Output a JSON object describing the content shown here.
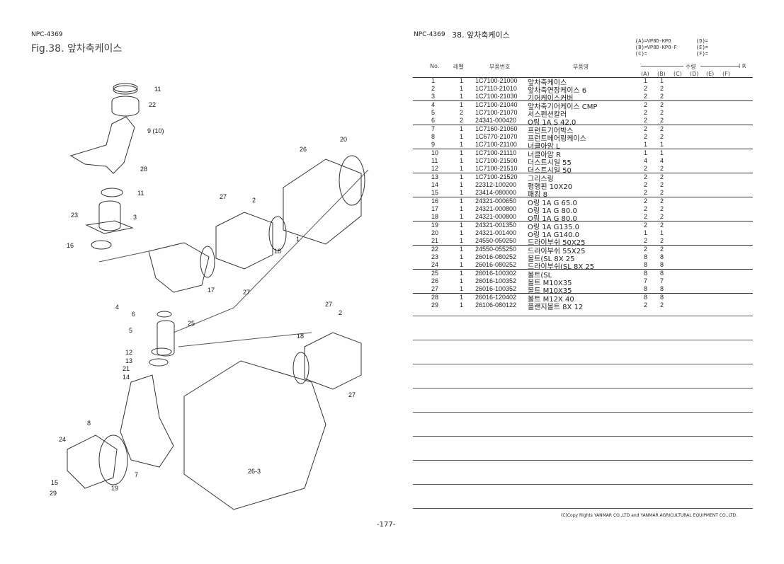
{
  "left": {
    "code": "NPC-4369",
    "title": "Fig.38.  앞차축케이스"
  },
  "right": {
    "code": "NPC-4369",
    "title": "38.  앞차축케이스"
  },
  "models": {
    "a": "(A)=VP8D-KPO",
    "b": "(B)=VP8D-KPO-F",
    "c": "(C)=",
    "d": "(D)=",
    "e": "(E)=",
    "f": "(F)="
  },
  "headers": {
    "no": "No.",
    "level": "레벨",
    "part_no": "부품번호",
    "name": "부품명",
    "qty": "수량",
    "ir": "I  R",
    "cols": [
      "(A)",
      "(B)",
      "(C)",
      "(D)",
      "(E)",
      "(F)"
    ]
  },
  "rows": [
    [
      "1",
      "1",
      "1C7100-21000",
      "앞차축케이스",
      "1",
      "1"
    ],
    [
      "2",
      "1",
      "1C7110-21010",
      "앞차축연장케이스 6",
      "2",
      "2"
    ],
    [
      "3",
      "1",
      "1C7100-21030",
      "기어케이스커버",
      "2",
      "2"
    ],
    [
      "4",
      "1",
      "1C7100-21040",
      "앞차축기어케이스 CMP",
      "2",
      "2"
    ],
    [
      "5",
      "2",
      "1C7100-21070",
      "서스펜션칼러",
      "2",
      "2"
    ],
    [
      "6",
      "2",
      "24341-000420",
      "O링 1A S 42.0",
      "2",
      "2"
    ],
    [
      "7",
      "1",
      "1C7160-21060",
      "프런트기어박스",
      "2",
      "2"
    ],
    [
      "8",
      "1",
      "1C6770-21070",
      "프런트베어링케이스",
      "2",
      "2"
    ],
    [
      "9",
      "1",
      "1C7100-21100",
      "너클아암  L",
      "1",
      "1"
    ],
    [
      "10",
      "1",
      "1C7100-21110",
      "너클아암  R",
      "1",
      "1"
    ],
    [
      "11",
      "1",
      "1C7100-21500",
      "더스트시일 55",
      "4",
      "4"
    ],
    [
      "12",
      "1",
      "1C7100-21510",
      "더스트시일 50",
      "2",
      "2"
    ],
    [
      "13",
      "1",
      "1C7100-21520",
      "그리스링",
      "2",
      "2"
    ],
    [
      "14",
      "1",
      "22312-100200",
      "평행핀 10X20",
      "2",
      "2"
    ],
    [
      "15",
      "1",
      "23414-080000",
      "패킹  8",
      "2",
      "2"
    ],
    [
      "16",
      "1",
      "24321-000650",
      "O링 1A G 65.0",
      "2",
      "2"
    ],
    [
      "17",
      "1",
      "24321-000800",
      "O링 1A G 80.0",
      "2",
      "2"
    ],
    [
      "18",
      "1",
      "24321-000800",
      "O링 1A G 80.0",
      "2",
      "2"
    ],
    [
      "19",
      "1",
      "24321-001350",
      "O링 1A G135.0",
      "2",
      "2"
    ],
    [
      "20",
      "1",
      "24321-001400",
      "O링 1A G140.0",
      "1",
      "1"
    ],
    [
      "21",
      "1",
      "24550-050250",
      "드라이부쉬 50X25",
      "2",
      "2"
    ],
    [
      "22",
      "1",
      "24550-055250",
      "드라이부쉬 55X25",
      "2",
      "2"
    ],
    [
      "23",
      "1",
      "26016-080252",
      "볼트(SL 8X 25",
      "8",
      "8"
    ],
    [
      "24",
      "1",
      "26016-080252",
      "드라이부쉬(SL  8X 25",
      "8",
      "8"
    ],
    [
      "25",
      "1",
      "26016-100302",
      "볼트(SL",
      "8",
      "8"
    ],
    [
      "26",
      "1",
      "26016-100352",
      "볼트 M10X35",
      "7",
      "7"
    ],
    [
      "27",
      "1",
      "26016-100352",
      "볼트 M10X35",
      "8",
      "8"
    ],
    [
      "28",
      "1",
      "26016-120402",
      "볼트 M12X 40",
      "8",
      "8"
    ],
    [
      "29",
      "1",
      "26106-080122",
      "플랜지볼트  8X 12",
      "2",
      "2"
    ]
  ],
  "callouts": [
    "11",
    "22",
    "9 (10)",
    "28",
    "11",
    "23",
    "3",
    "16",
    "26",
    "20",
    "27",
    "2",
    "18",
    "1",
    "17",
    "27",
    "4",
    "6",
    "5",
    "25",
    "27",
    "2",
    "18",
    "27",
    "12",
    "13",
    "21",
    "14",
    "8",
    "24",
    "7",
    "15",
    "19",
    "29",
    "26-3"
  ],
  "footer": {
    "page": "-177-",
    "copyright": "(C)Copy Rights  YANMAR CO.,LTD and YANMAR AGRICULTURAL EQUIPMENT CO.,LTD."
  }
}
